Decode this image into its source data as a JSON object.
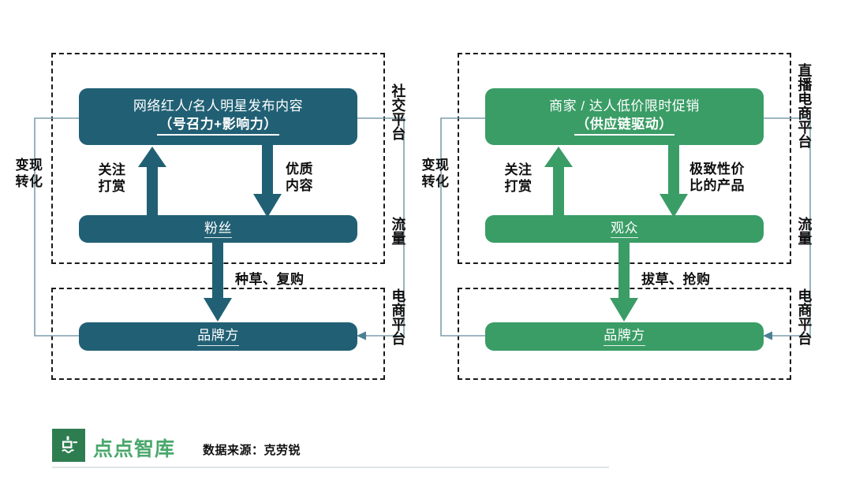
{
  "diagram": {
    "panels": [
      {
        "id": "social",
        "accent_color": "#216074",
        "upper_region_name": "social-platform-region",
        "lower_region_name": "ecommerce-platform-region",
        "top_node": {
          "line1": "网络红人/名人明星发布内容",
          "line2": "（号召力+影响力）"
        },
        "mid_node": {
          "label": "粉丝"
        },
        "bottom_node": {
          "label": "品牌方"
        },
        "arrow_up_label": "关注\n打赏",
        "arrow_down_label": "优质\n内容",
        "cross_arrow_label": "种草、复购",
        "left_label": "变现\n转化",
        "right_labels": {
          "top": "社交平台",
          "middle": "流量",
          "bottom": "电商平台"
        }
      },
      {
        "id": "livestream",
        "accent_color": "#3a9d66",
        "upper_region_name": "livestream-ecommerce-region",
        "lower_region_name": "ecommerce-platform-region",
        "top_node": {
          "line1": "商家 / 达人低价限时促销",
          "line2": "（供应链驱动）"
        },
        "mid_node": {
          "label": "观众"
        },
        "bottom_node": {
          "label": "品牌方"
        },
        "arrow_up_label": "关注\n打赏",
        "arrow_down_label": "极致性价\n比的产品",
        "cross_arrow_label": "拔草、抢购",
        "left_label": "变现\n转化",
        "right_labels": {
          "top": "直播电商平台",
          "middle": "流量",
          "bottom": "电商平台"
        }
      }
    ]
  },
  "footer": {
    "brand_name": "点点智库",
    "brand_mark_glyph": "点",
    "source_note": "数据来源：克劳锐",
    "brand_color": "#4aa86c",
    "mark_background": "#2e7d51"
  }
}
